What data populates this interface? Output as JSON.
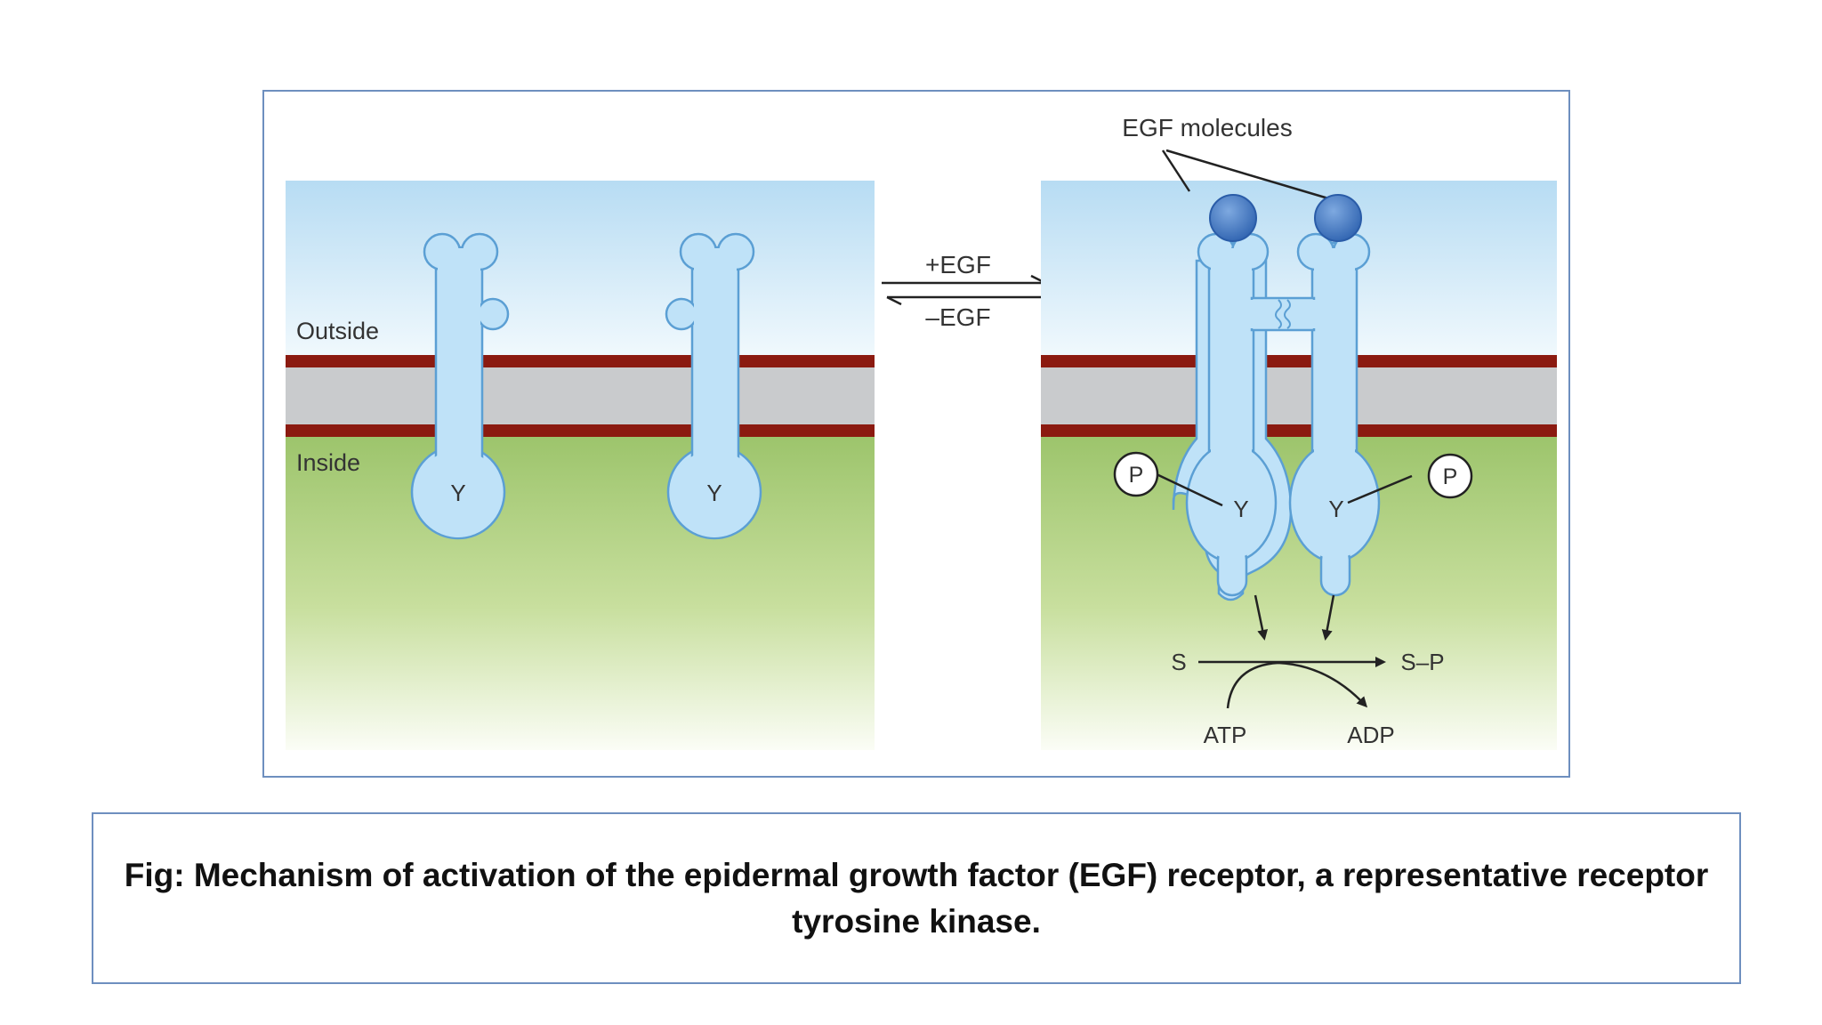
{
  "diagram": {
    "labels": {
      "outside": "Outside",
      "inside": "Inside",
      "plus_egf": "+EGF",
      "minus_egf": "–EGF",
      "egf_molecules": "EGF molecules",
      "tyrosine": "Y",
      "phosphate": "P",
      "substrate": "S",
      "product": "S–P",
      "atp": "ATP",
      "adp": "ADP"
    },
    "colors": {
      "extracellular_top": "#b7dcf3",
      "cytoplasm_green": "#9cc46b",
      "membrane_red": "#8b1a10",
      "membrane_core": "#c9cbcd",
      "receptor_fill": "#bfe2f8",
      "receptor_outline": "#5b9fd4",
      "egf_ball": "#3f74c0",
      "frame_border": "#6e8fbf"
    }
  },
  "caption": {
    "line1": "Fig: Mechanism of activation of the epidermal growth factor (EGF) receptor, a representative receptor",
    "line2": "tyrosine kinase."
  }
}
